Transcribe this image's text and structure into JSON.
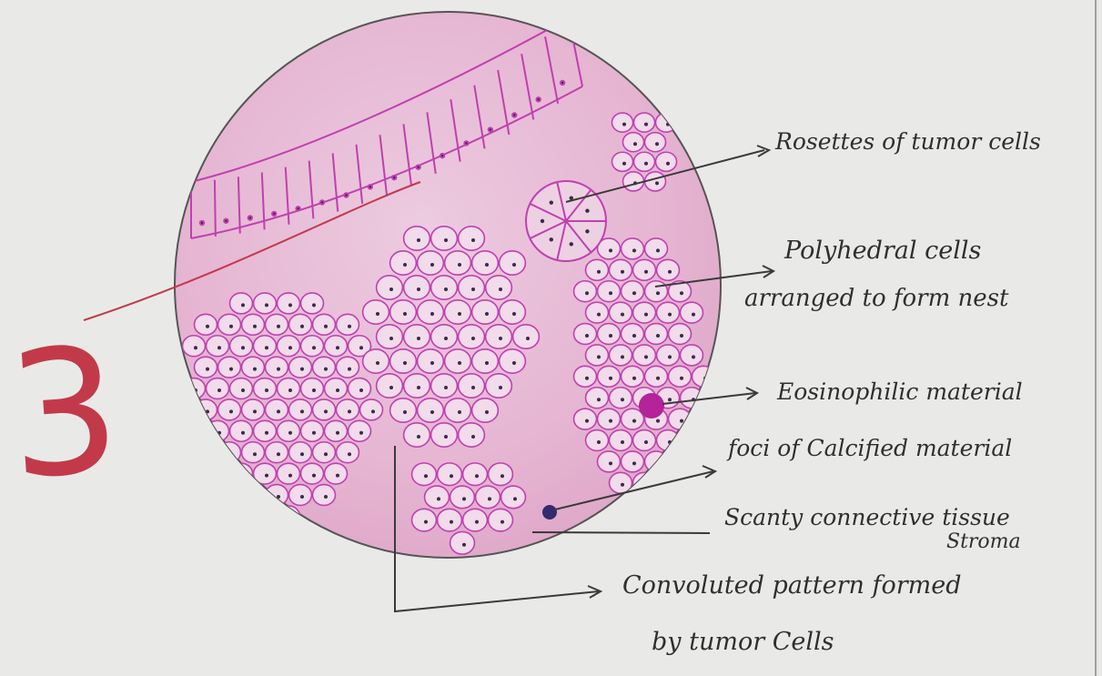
{
  "page_number": "3",
  "labels": {
    "rosettes": "Rosettes of tumor cells",
    "polyhedral_1": "Polyhedral cells",
    "polyhedral_2": "arranged to form nest",
    "eosinophilic": "Eosinophilic material",
    "calcified": "foci of Calcified material",
    "stroma_1": "Scanty connective tissue",
    "stroma_2": "Stroma",
    "convoluted_1": "Convoluted pattern formed",
    "convoluted_2": "by tumor Cells"
  },
  "colors": {
    "paper": "#e9eae7",
    "field": "#e7b8d3",
    "cell_outline": "#c13fb0",
    "nucleus": "#3a2a4a",
    "eosinophilic_spot": "#b3239a",
    "calcified_dot": "#352a6e",
    "ink": "#2f2f2f",
    "red_ink": "#c23a4a"
  }
}
